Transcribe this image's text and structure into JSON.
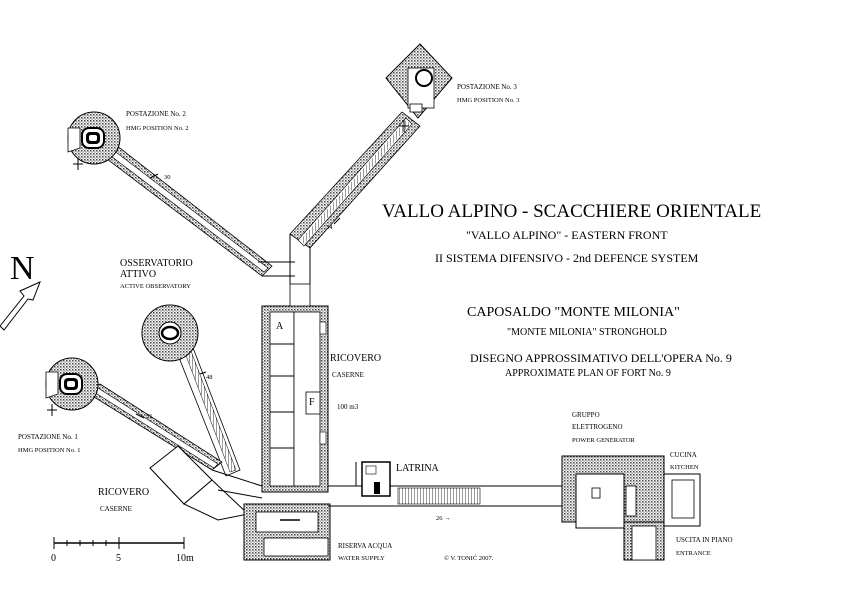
{
  "title": {
    "main": "VALLO ALPINO - SCACCHIERE ORIENTALE",
    "sub1": "\"VALLO ALPINO\" - EASTERN FRONT",
    "sub2": "II SISTEMA DIFENSIVO - 2nd DEFENCE SYSTEM",
    "stronghold": "CAPOSALDO \"MONTE MILONIA\"",
    "stronghold_en": "\"MONTE MILONIA\" STRONGHOLD",
    "plan": "DISEGNO APPROSSIMATIVO DELL'OPERA No. 9",
    "plan_en": "APPROXIMATE PLAN OF FORT No. 9"
  },
  "north": "N",
  "labels": {
    "pos2": "POSTAZIONE No. 2",
    "pos2_en": "HMG POSITION No. 2",
    "pos3": "POSTAZIONE No. 3",
    "pos3_en": "HMG POSITION No. 3",
    "obs1": "OSSERVATORIO",
    "obs2": "ATTIVO",
    "obs_en": "ACTIVE OBSERVATORY",
    "pos1": "POSTAZIONE No. 1",
    "pos1_en": "HMG POSITION No. 1",
    "ricovero": "RICOVERO",
    "caserne": "CASERNE",
    "ricovero2": "RICOVERO",
    "caserne2": "CASERNE",
    "room_a": "A",
    "room_f": "F",
    "area": "100 m3",
    "latrina": "LATRINA",
    "gruppo": "GRUPPO",
    "elettrogeno": "ELETTROGENO",
    "power_en": "POWER GENERATOR",
    "cucina": "CUCINA",
    "kitchen_en": "KITCHEN",
    "uscita": "USCITA IN PIANO",
    "entrance_en": "ENTRANCE",
    "riserva": "RISERVA ACQUA",
    "water_en": "WATER SUPPLY",
    "copyright": "© V. TONIĆ 2007."
  },
  "steps": {
    "s30": "30",
    "s34": "34",
    "s48": "48",
    "s51": "51",
    "s26": "26 →"
  },
  "scale": {
    "ticks": [
      "0",
      "5",
      "10m"
    ]
  },
  "colors": {
    "ink": "#000000",
    "paper": "#ffffff",
    "hatch": "#555555"
  }
}
